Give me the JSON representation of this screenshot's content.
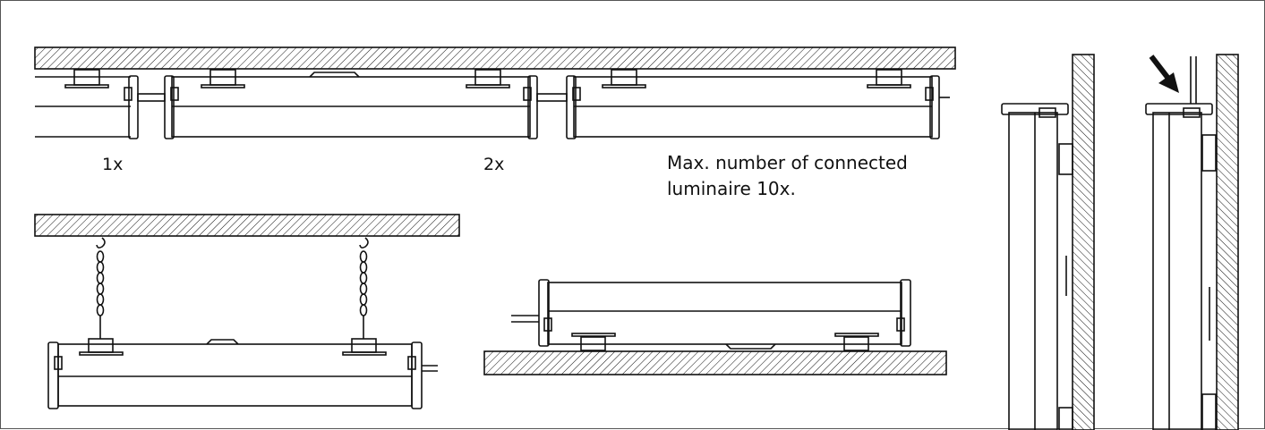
{
  "labels": {
    "count_1": "1x",
    "count_2": "2x",
    "note_line1": "Max. number of connected",
    "note_line2": "luminaire 10x."
  },
  "figure": {
    "line_color": "#111111",
    "background": "#ffffff",
    "arrow_color": "#111111"
  }
}
